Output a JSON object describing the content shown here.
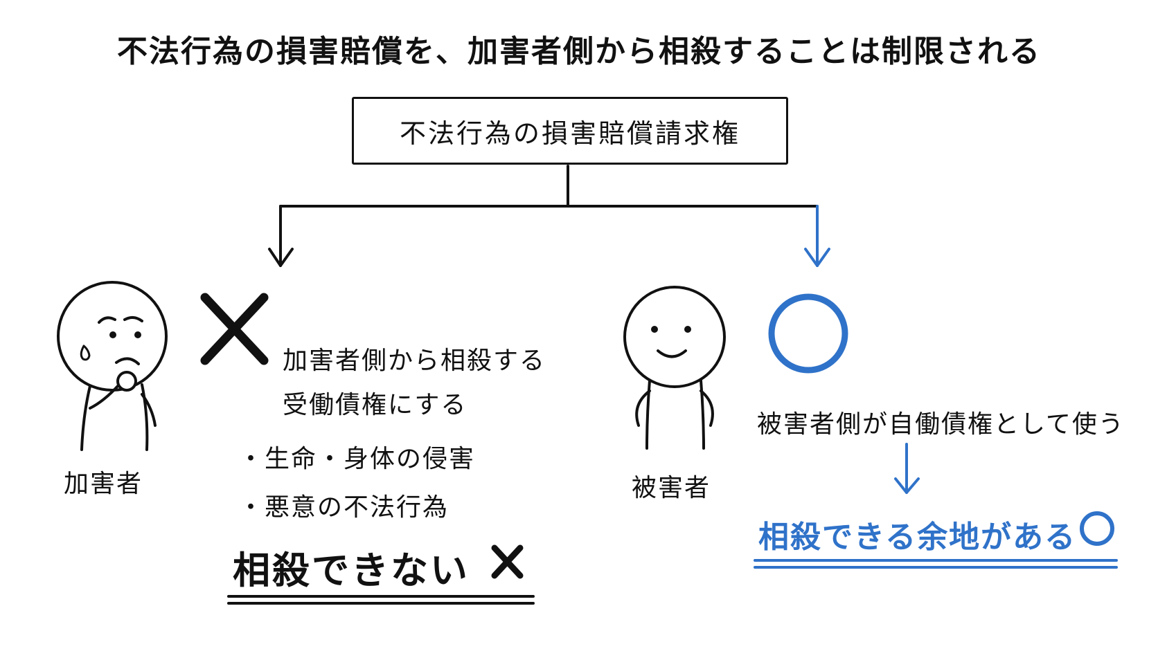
{
  "title": "不法行為の損害賠償を、加害者側から相殺することは制限される",
  "root": {
    "label": "不法行為の損害賠償請求権"
  },
  "left": {
    "person_label": "加害者",
    "mark": "×",
    "description_line1": "加害者側から相殺する",
    "description_line2": "受働債権にする",
    "bullets": [
      "・生命・身体の侵害",
      "・悪意の不法行為"
    ],
    "conclusion": "相殺できない",
    "conclusion_mark": "×"
  },
  "right": {
    "person_label": "被害者",
    "mark": "○",
    "description": "被害者側が自働債権として使う",
    "conclusion": "相殺できる余地がある",
    "conclusion_mark": "○"
  },
  "colors": {
    "ink": "#111111",
    "accent_blue": "#2f72c9"
  }
}
